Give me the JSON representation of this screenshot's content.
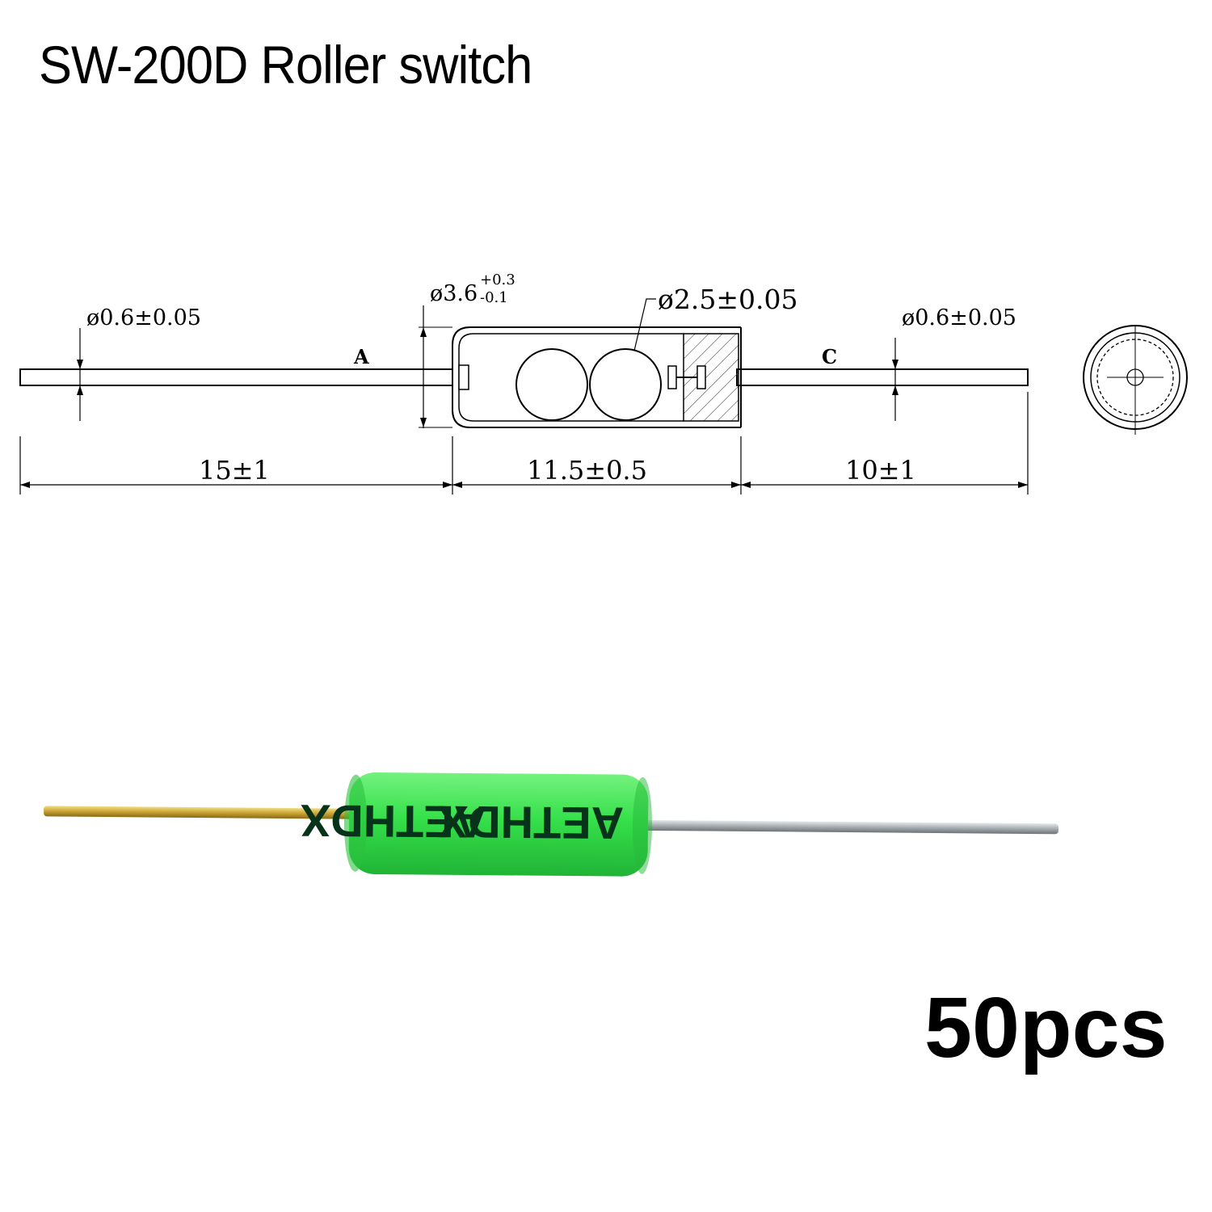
{
  "title": "SW-200D Roller switch",
  "quantity": "50pcs",
  "drawing": {
    "pin_a": {
      "label": "A",
      "diameter": "ø0.6±0.05",
      "length": "15±1"
    },
    "pin_c": {
      "label": "C",
      "diameter": "ø0.6±0.05",
      "length": "10±1"
    },
    "body": {
      "diameter_main": "ø3.6",
      "diameter_tol_upper": "+0.3",
      "diameter_tol_lower": "-0.1",
      "length": "11.5±0.5"
    },
    "ball": {
      "diameter": "ø2.5±0.05"
    }
  },
  "photo": {
    "marking": "AETHDX",
    "body_color": "#35e04a",
    "gold_pin_color": "#d4b33c",
    "steel_pin_color": "#9aa0a3"
  }
}
